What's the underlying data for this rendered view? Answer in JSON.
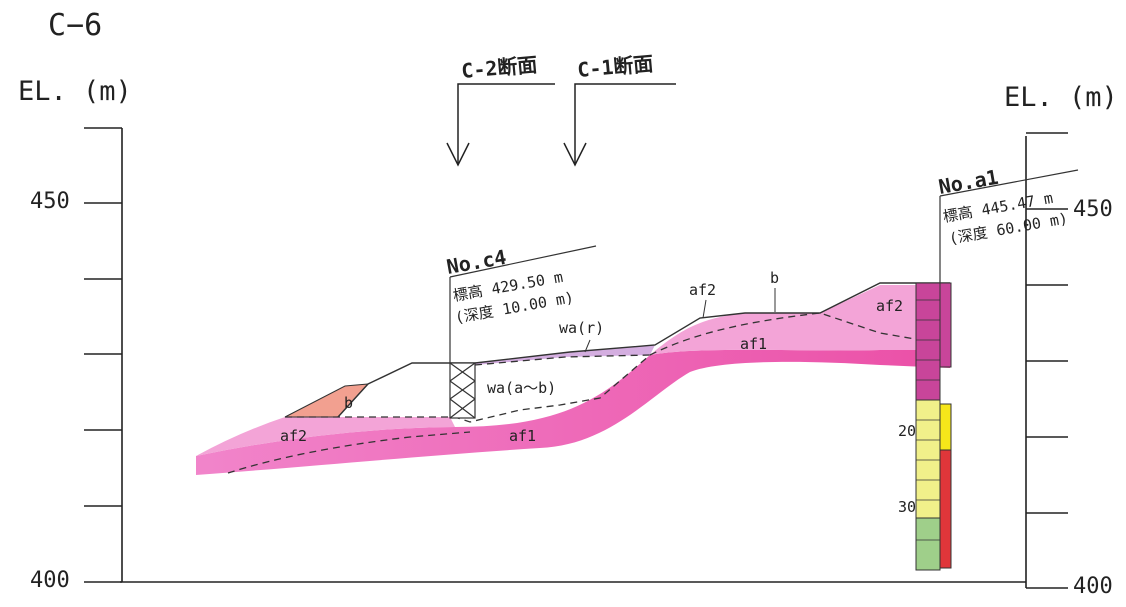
{
  "title": "C−6",
  "axis": {
    "left_label": "EL. (m)",
    "right_label": "EL. (m)"
  },
  "ticks": {
    "t450": "450",
    "t400": "400"
  },
  "sections": {
    "c2": "C-2断面",
    "c1": "C-1断面"
  },
  "boreholes": {
    "c4": {
      "name": "No.c4",
      "elev": "標高 429.50 m",
      "depth": "(深度 10.00 m)"
    },
    "a1": {
      "name": "No.a1",
      "elev": "標高 445.47 m",
      "depth": "(深度 60.00 m)"
    }
  },
  "layers": {
    "b_left": "b",
    "af2_left": "af2",
    "af1_left": "af1",
    "wa_ab": "wa(a〜b)",
    "wa_r": "wa(r)",
    "af2_mid": "af2",
    "b_mid": "b",
    "af1_right": "af1",
    "af2_right": "af2"
  },
  "column_depths": {
    "d20": "20",
    "d30": "30"
  },
  "colors": {
    "af1": "#ee62b8",
    "af2": "#f3a0d4",
    "b": "#f2a090",
    "column_magenta": "#c8459a",
    "column_yellow": "#f1f08a",
    "column_green": "#9fcf8a",
    "bar_yellow": "#f6e61a",
    "bar_red": "#e0363a"
  }
}
